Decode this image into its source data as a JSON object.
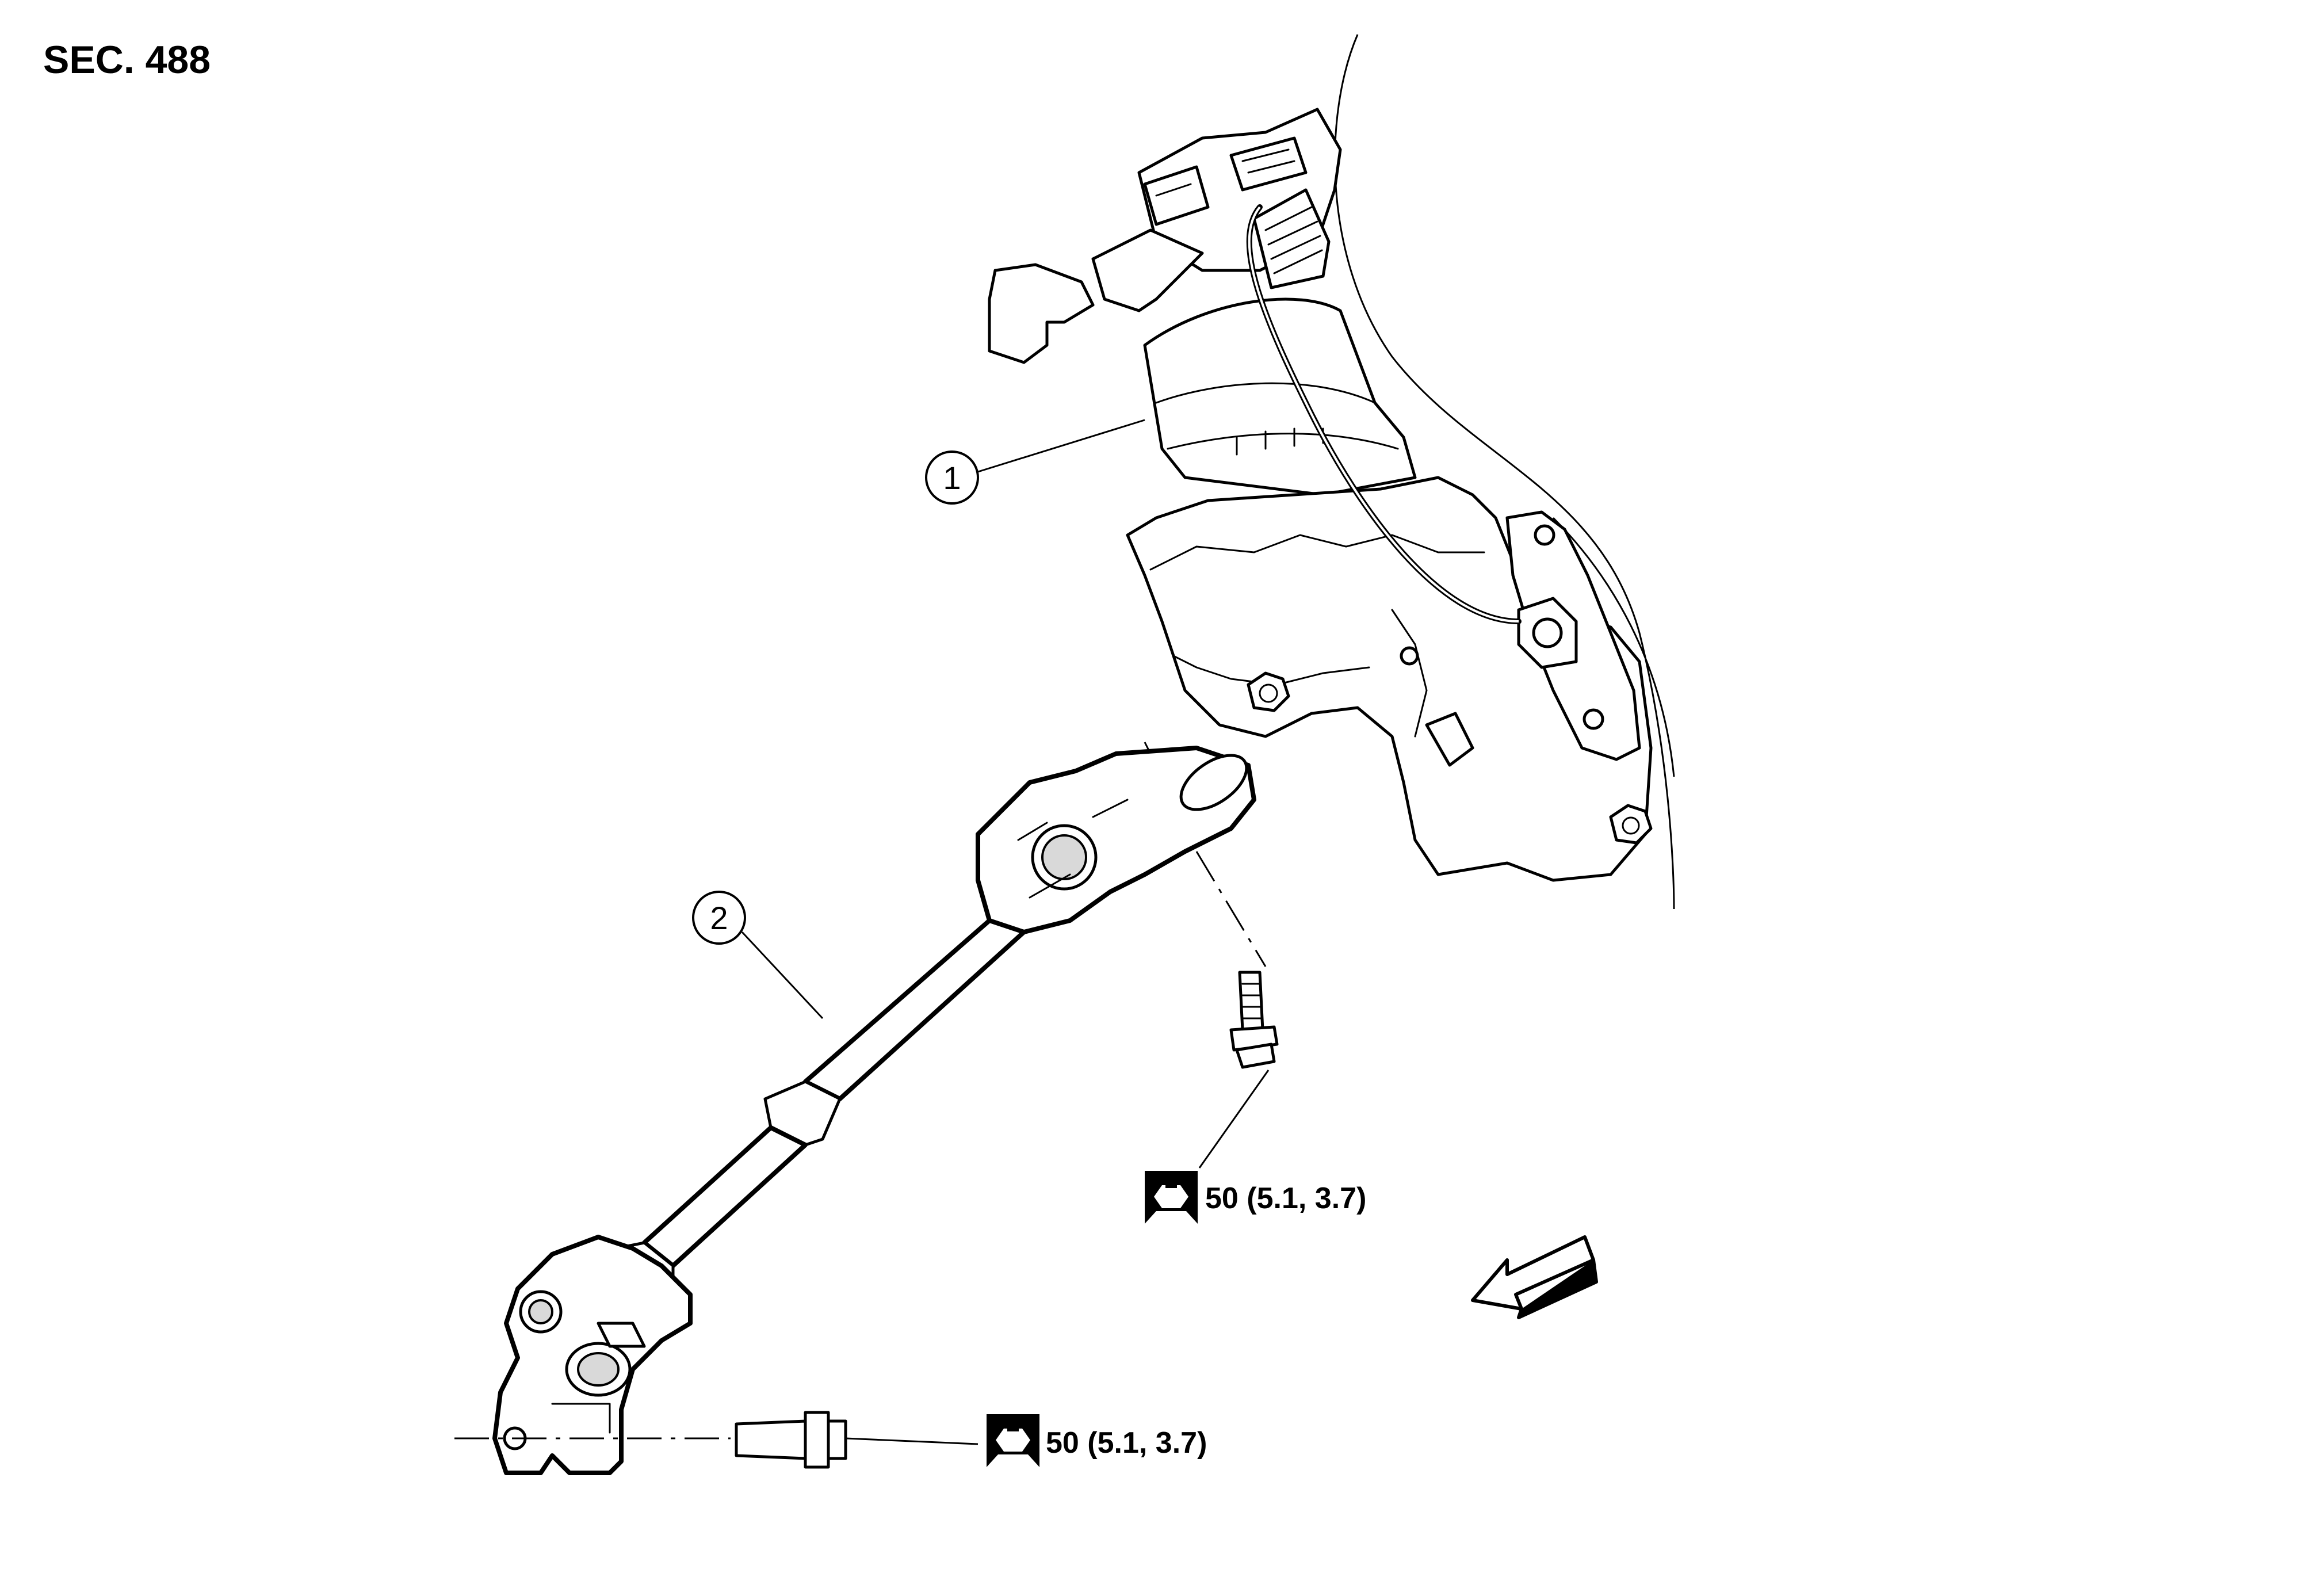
{
  "section_label": "SEC. 488",
  "callouts": [
    {
      "id": "callout-1",
      "label": "1"
    },
    {
      "id": "callout-2",
      "label": "2"
    }
  ],
  "torque_specs": [
    {
      "id": "torque-upper-bolt",
      "value": "50 (5.1, 3.7)",
      "icon": "wrench-torque-icon"
    },
    {
      "id": "torque-lower-bolt",
      "value": "50 (5.1, 3.7)",
      "icon": "wrench-torque-icon"
    }
  ],
  "direction_arrow": {
    "icon": "front-direction-arrow-icon"
  }
}
